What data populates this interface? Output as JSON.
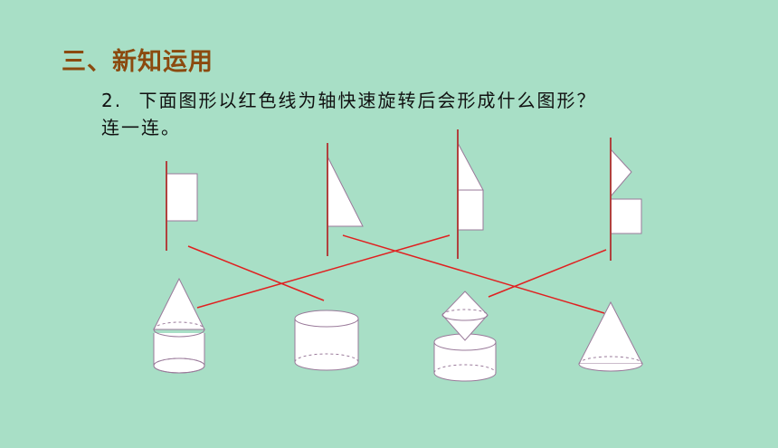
{
  "heading": "三、新知运用",
  "question": {
    "number": "2.",
    "line1": "下面图形以红色线为轴快速旋转后会形成什么图形？",
    "line2": "连一连。"
  },
  "colors": {
    "background": "#a8dfc6",
    "heading": "#8b4a0f",
    "axis": "#b0413e",
    "connector": "#e02020",
    "shape_fill": "#ffffff",
    "shape_stroke": "#9a7a9a"
  }
}
